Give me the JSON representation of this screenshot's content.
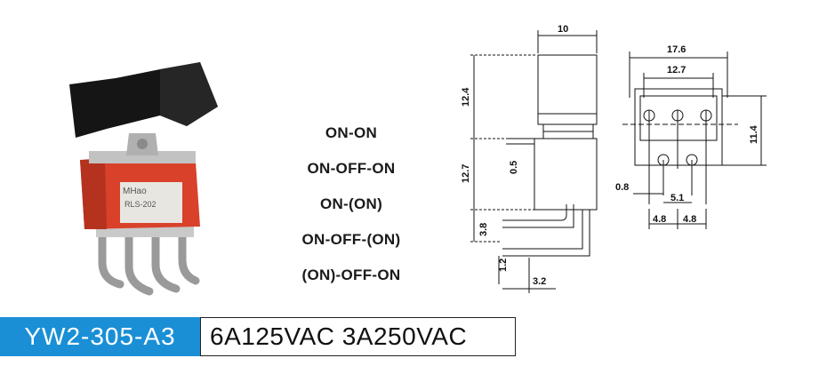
{
  "product": {
    "model": "YW2-305-A3",
    "rating": "6A125VAC 3A250VAC",
    "body_markings": [
      "MHao",
      "RLS-202"
    ],
    "colors": {
      "model_box": "#1a8fd6",
      "housing": "#d9412b",
      "actuator": "#151515",
      "metal": "#b8b8b8"
    }
  },
  "switch_modes": [
    "ON-ON",
    "ON-OFF-ON",
    "ON-(ON)",
    "ON-OFF-(ON)",
    "(ON)-OFF-ON"
  ],
  "side_view_dims": {
    "top_width": "10",
    "actuator_height": "12.4",
    "body_height": "12.7",
    "offset": "0.5",
    "pin_offset": "3.8",
    "pin_height": "1.2",
    "pin_pitch": "3.2"
  },
  "front_view_dims": {
    "overall_width": "17.6",
    "inner_width": "12.7",
    "height": "11.4",
    "pin_thickness": "0.8",
    "pin_spacing": "5.1",
    "pitch_left": "4.8",
    "pitch_right": "4.8"
  }
}
